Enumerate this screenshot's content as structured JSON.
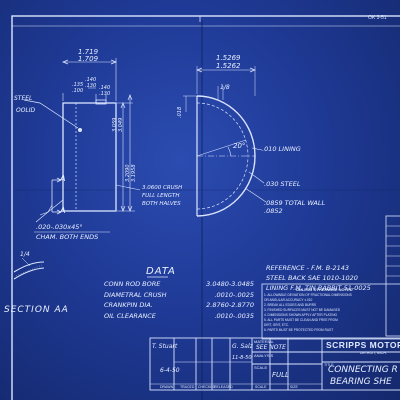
{
  "sheet": {
    "corner_ref": "OK 3-51"
  },
  "views": {
    "left": {
      "dim_width_top": "1.719",
      "dim_width_bot": "1.709",
      "dim_a": ".135",
      "dim_b": ".100",
      "dim_c": ".140",
      "dim_d": ".130",
      "dim_e": ".140",
      "dim_f": ".130",
      "leader_label_1": "STEEL",
      "leader_label_2": "OOLID",
      "section_letter_1": "A",
      "section_letter_2": "A",
      "length_label_1": "3.0600 CRUSH",
      "length_label_2": "FULL LENGTH",
      "length_label_3": "BOTH HALVES",
      "chamfer_label_1": ".020-.030x45°",
      "chamfer_label_2": "CHAM. BOTH ENDS",
      "vert_dim_1": "3.059",
      "vert_dim_2": "3.049",
      "vert_dim_3": "3.2090",
      "vert_dim_4": "3.1958"
    },
    "right": {
      "dim_top_1": "1.5269",
      "dim_top_2": "1.5262",
      "dim_small": "1/8",
      "angle": "20°",
      "side_dim": ".018",
      "lining_label": ".010 LINING",
      "steel_label": ".030 STEEL",
      "wall_label_1": ".0859 TOTAL WALL",
      "wall_label_2": ".0852"
    },
    "section": {
      "label": "SECTION AA",
      "fraction": "1/4"
    }
  },
  "data_table": {
    "title": "DATA",
    "rows": [
      {
        "label": "CONN ROD BORE",
        "value": "3.0480-3.0485"
      },
      {
        "label": "DIAMETRAL CRUSH",
        "value": ".0010-.0025"
      },
      {
        "label": "CRANKPIN DIA.",
        "value": "2.8760-2.8770"
      },
      {
        "label": "OIL CLEARANCE",
        "value": ".0010-.0035"
      }
    ]
  },
  "reference": {
    "line1": "REFERENCE - F.M. B-2143",
    "line2": "STEEL BACK  SAE 1010-1020",
    "line3": "LINING  F.M. TIN BABBIT 51-0025"
  },
  "notes": {
    "heading": "UNLESS OTHERWISE NOTED",
    "lines": [
      "1. ALLOWABLE DEVIATION OF FRACTIONAL DIMENSIONS",
      "   OR ANGULAR ACCURACY ±.010",
      "2. BREAK ALL EDGES AND BURRS",
      "3. FINISHED SURFACES MUST NOT BE DAMAGED",
      "4. DIMENSIONS SHOWN APPLY AFTER PLATING",
      "5. ALL PARTS MUST BE CLEAN AND FREE FROM",
      "   DIRT, GRIT, ETC.",
      "6. PARTS MUST BE PROTECTED FROM RUST"
    ]
  },
  "title_block": {
    "material_label": "MATERIAL",
    "material_value": "SEE NOTE",
    "analysis_label": "ANALYSIS",
    "company": "SCRIPPS MOTOR",
    "company_sub": "DETROIT, MICH.",
    "title_label": "TITLE",
    "title_line1": "CONNECTING R",
    "title_line2": "BEARING SHE",
    "scale_label": "SCALE",
    "scale_value": "FULL",
    "sig1": "T. Stuart",
    "sig2": "G. Salz",
    "date1": "6-4-50",
    "date2": "11-8-50",
    "col_drawn": "DRAWN",
    "col_traced": "TRACED",
    "col_checked": "CHECKED",
    "col_released": "RELEASED",
    "col_scale": "SCALE",
    "col_size": "SIZE"
  }
}
